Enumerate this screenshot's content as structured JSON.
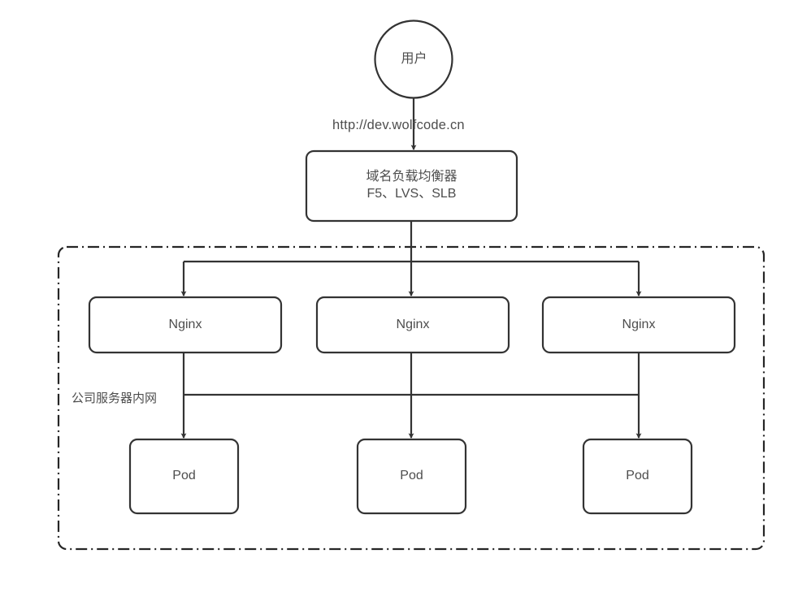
{
  "diagram": {
    "title": "Kubernetes Nginx Ingress Architecture",
    "colors": {
      "stroke": "#333333",
      "text": "#4d4d4d",
      "background": "#ffffff",
      "dashed_border": "#262626"
    },
    "nodes": {
      "user": {
        "label": "用户",
        "shape": "circle"
      },
      "load_balancer": {
        "line1": "域名负载均衡器",
        "line2": "F5、LVS、SLB",
        "shape": "rounded-rect"
      },
      "nginx": [
        {
          "label": "Nginx"
        },
        {
          "label": "Nginx"
        },
        {
          "label": "Nginx"
        }
      ],
      "pods": [
        {
          "label": "Pod"
        },
        {
          "label": "Pod"
        },
        {
          "label": "Pod"
        }
      ]
    },
    "edges": {
      "user_to_lb_label": "http://dev.wolfcode.cn"
    },
    "zone": {
      "label": "公司服务器内网",
      "border_style": "dash-dot"
    }
  }
}
